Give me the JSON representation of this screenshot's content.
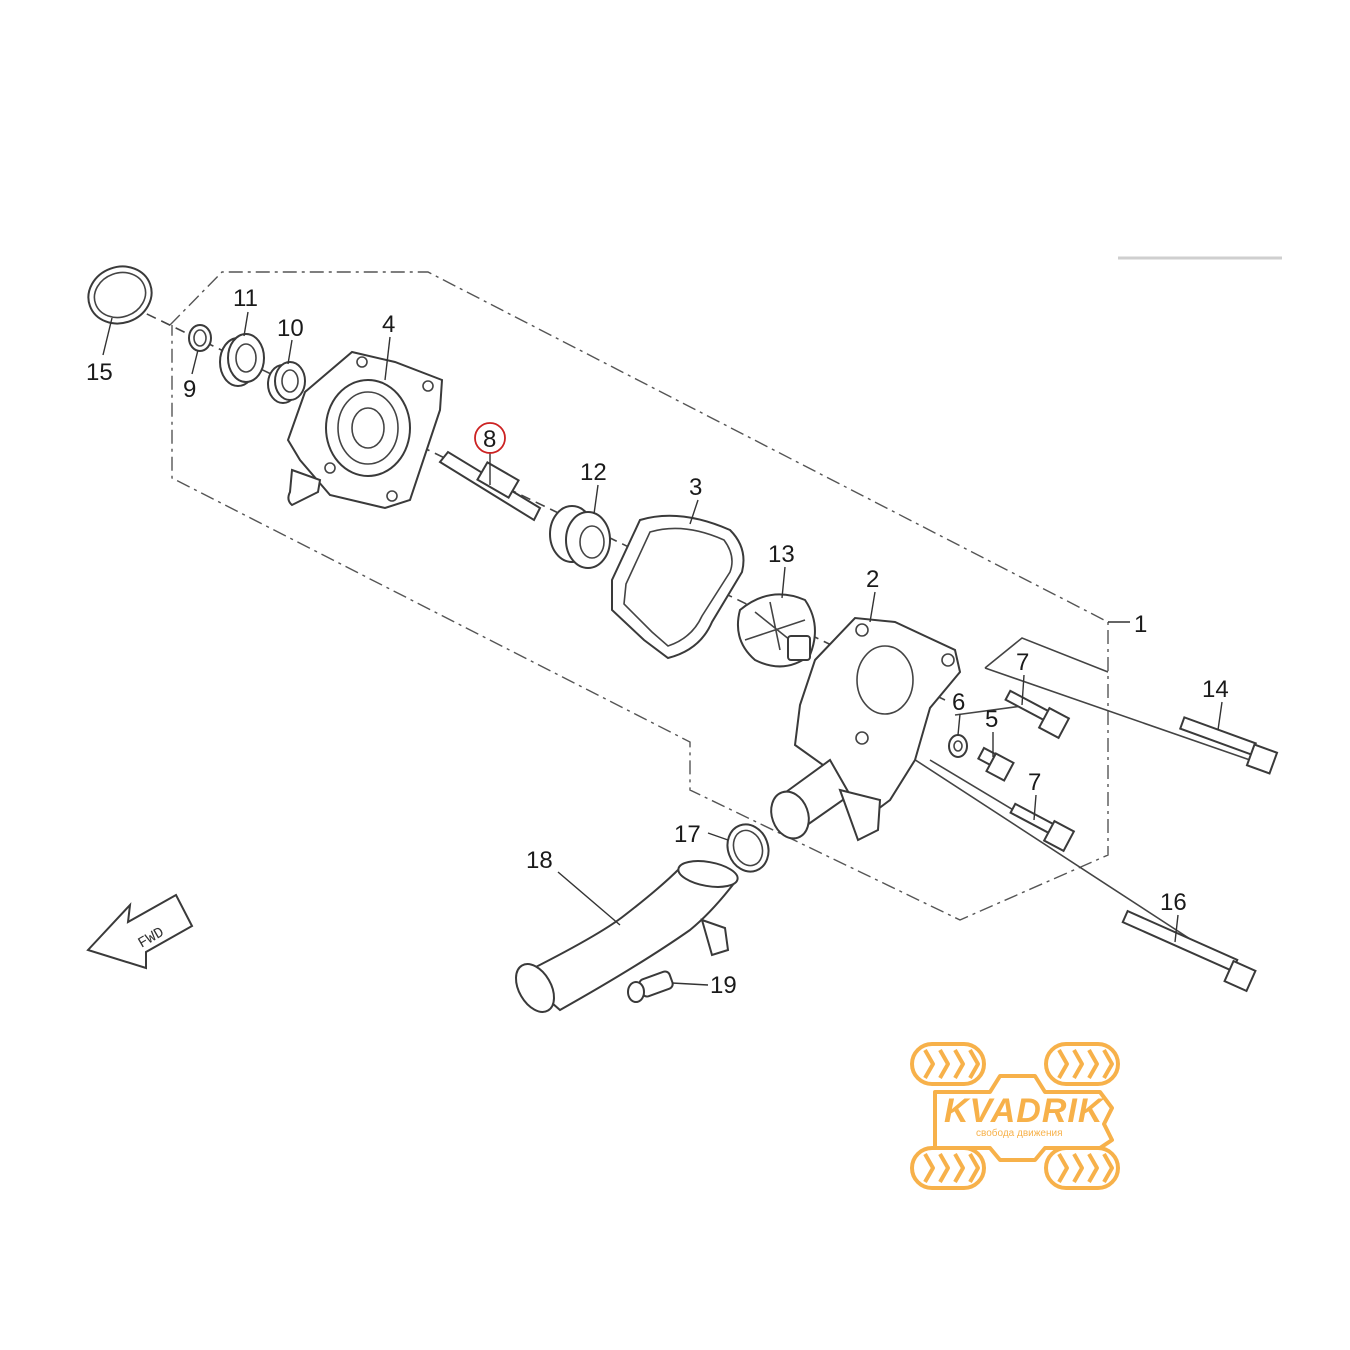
{
  "callouts": [
    {
      "id": "p1",
      "label": "1"
    },
    {
      "id": "p2",
      "label": "2"
    },
    {
      "id": "p3",
      "label": "3"
    },
    {
      "id": "p4",
      "label": "4"
    },
    {
      "id": "p5",
      "label": "5"
    },
    {
      "id": "p6",
      "label": "6"
    },
    {
      "id": "p7a",
      "label": "7"
    },
    {
      "id": "p7b",
      "label": "7"
    },
    {
      "id": "p8",
      "label": "8",
      "highlighted": true
    },
    {
      "id": "p9",
      "label": "9"
    },
    {
      "id": "p10",
      "label": "10"
    },
    {
      "id": "p11",
      "label": "11"
    },
    {
      "id": "p12",
      "label": "12"
    },
    {
      "id": "p13",
      "label": "13"
    },
    {
      "id": "p14",
      "label": "14"
    },
    {
      "id": "p15",
      "label": "15"
    },
    {
      "id": "p16",
      "label": "16"
    },
    {
      "id": "p17",
      "label": "17"
    },
    {
      "id": "p18",
      "label": "18"
    },
    {
      "id": "p19",
      "label": "19"
    }
  ],
  "direction_arrow": {
    "label": "FWD"
  },
  "logo": {
    "brand": "KVADRIK",
    "tagline": "свобода движения"
  },
  "colors": {
    "highlight": "#cc2222",
    "brand": "#f7b14a",
    "line": "#3a3a3a"
  }
}
